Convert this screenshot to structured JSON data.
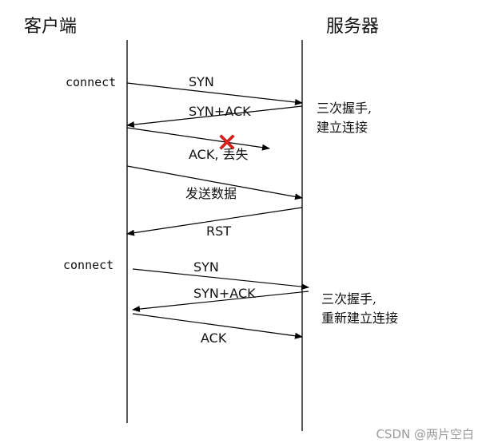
{
  "headers": {
    "client": "客户端",
    "server": "服务器"
  },
  "connect_labels": [
    "connect",
    "connect"
  ],
  "messages": [
    {
      "label": "SYN"
    },
    {
      "label": "SYN+ACK"
    },
    {
      "label": "ACK, 丢失"
    },
    {
      "label": "发送数据"
    },
    {
      "label": "RST"
    },
    {
      "label": "SYN"
    },
    {
      "label": "SYN+ACK"
    },
    {
      "label": "ACK"
    }
  ],
  "notes": {
    "first": [
      "三次握手,",
      "建立连接"
    ],
    "second": [
      "三次握手,",
      "重新建立连接"
    ]
  },
  "lost_marker": {
    "icon": "red-x-icon",
    "color": "#e8201c"
  },
  "watermark": "CSDN @两片空白"
}
